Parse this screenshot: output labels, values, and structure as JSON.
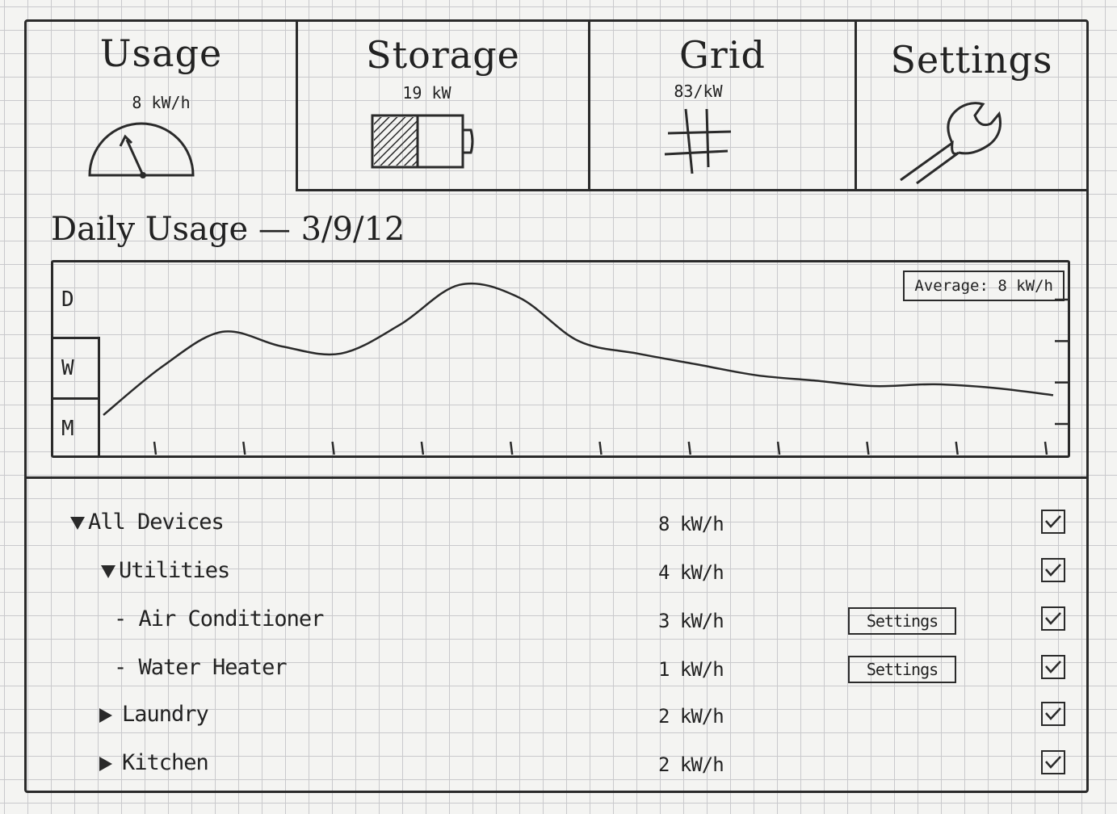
{
  "tabs": {
    "usage": {
      "title": "Usage",
      "value": "8 kW/h",
      "icon": "gauge-icon"
    },
    "storage": {
      "title": "Storage",
      "value": "19 kW",
      "icon": "battery-icon",
      "battery_fill_fraction": 0.5
    },
    "grid": {
      "title": "Grid",
      "value": "83/kW",
      "icon": "grid-icon"
    },
    "settings": {
      "title": "Settings",
      "icon": "wrench-icon"
    }
  },
  "chart": {
    "title": "Daily Usage — 3/9/12",
    "ranges": [
      "D",
      "W",
      "M"
    ],
    "average_label": "Average: 8 kW/h"
  },
  "chart_data": {
    "type": "line",
    "title": "Daily Usage — 3/9/12",
    "y": [
      0.21,
      0.48,
      0.67,
      0.59,
      0.55,
      0.71,
      0.93,
      0.86,
      0.62,
      0.55,
      0.49,
      0.43,
      0.4,
      0.37,
      0.38,
      0.36,
      0.32
    ],
    "x_ticks": 11,
    "y_ticks": 4,
    "ylim": [
      0,
      1
    ],
    "legend": "top-right"
  },
  "devices": {
    "rows": [
      {
        "label": "All Devices",
        "value": "8 kW/h",
        "expand": "down",
        "checked": true
      },
      {
        "label": "Utilities",
        "value": "4 kW/h",
        "expand": "down",
        "checked": true
      },
      {
        "label": "- Air Conditioner",
        "value": "3 kW/h",
        "settings": "Settings",
        "checked": true
      },
      {
        "label": "- Water Heater",
        "value": "1 kW/h",
        "settings": "Settings",
        "checked": true
      },
      {
        "label": "Laundry",
        "value": "2 kW/h",
        "expand": "right",
        "checked": true
      },
      {
        "label": "Kitchen",
        "value": "2 kW/h",
        "expand": "right",
        "checked": true
      }
    ]
  }
}
